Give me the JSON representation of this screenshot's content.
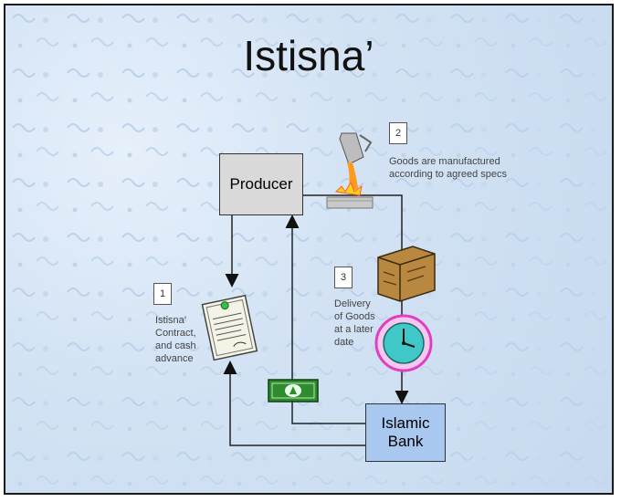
{
  "title": "Istisna’",
  "nodes": {
    "producer": "Producer",
    "bank_line1": "Islamic",
    "bank_line2": "Bank"
  },
  "steps": [
    {
      "number": "1",
      "lines": [
        "Istisna’",
        "Contract,",
        "and cash",
        "advance"
      ]
    },
    {
      "number": "2",
      "lines": [
        "Goods are manufactured",
        "according to agreed specs"
      ]
    },
    {
      "number": "3",
      "lines": [
        "Delivery",
        "of Goods",
        "at a later",
        "date"
      ]
    }
  ],
  "icons": [
    "contract-document-icon",
    "molten-metal-pour-icon",
    "goods-crate-icon",
    "clock-icon",
    "cash-banknote-icon"
  ],
  "colors": {
    "producer_fill": "#d9d9d9",
    "bank_fill": "#a8c8f0",
    "background": "#d3e3f4",
    "clock_ring": "#e040c0",
    "clock_face": "#40c8c8",
    "banknote": "#2e8b2e"
  }
}
